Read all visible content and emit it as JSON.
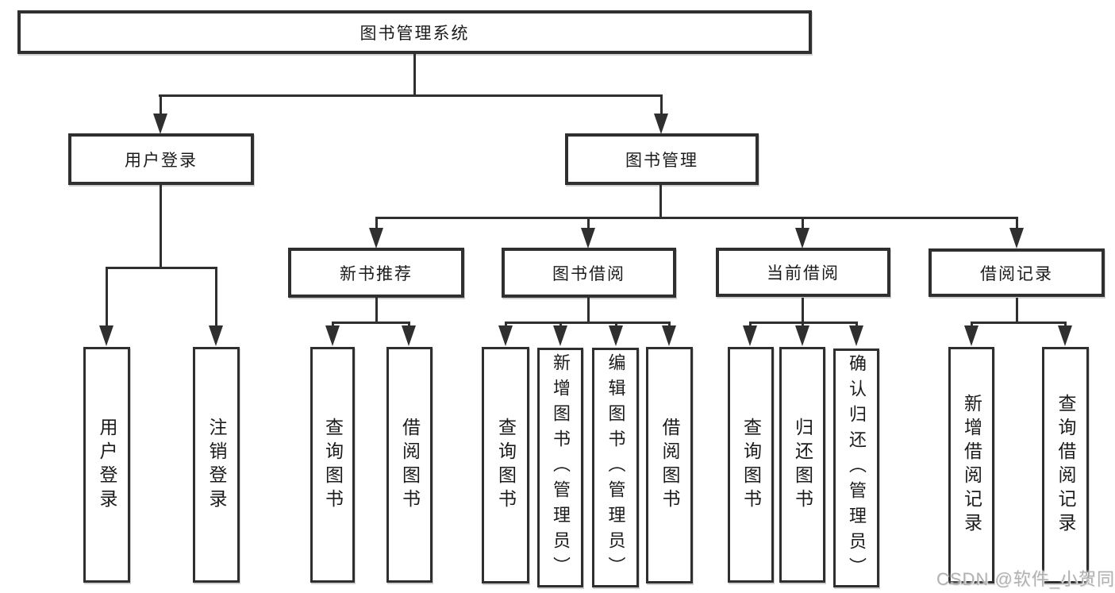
{
  "diagram": {
    "root": {
      "label": "图书管理系统"
    },
    "level2": [
      {
        "label": "用户登录"
      },
      {
        "label": "图书管理"
      }
    ],
    "level3": [
      {
        "label": "新书推荐"
      },
      {
        "label": "图书借阅"
      },
      {
        "label": "当前借阅"
      },
      {
        "label": "借阅记录"
      }
    ],
    "leaves": [
      {
        "label": "用户登录",
        "parent": "用户登录"
      },
      {
        "label": "注销登录",
        "parent": "用户登录"
      },
      {
        "label": "查询图书",
        "parent": "新书推荐"
      },
      {
        "label": "借阅图书",
        "parent": "新书推荐"
      },
      {
        "label": "查询图书",
        "parent": "图书借阅"
      },
      {
        "label": "新增图书（管理员）",
        "parent": "图书借阅"
      },
      {
        "label": "编辑图书（管理员）",
        "parent": "图书借阅"
      },
      {
        "label": "借阅图书",
        "parent": "图书借阅"
      },
      {
        "label": "查询图书",
        "parent": "当前借阅"
      },
      {
        "label": "归还图书",
        "parent": "当前借阅"
      },
      {
        "label": "确认归还（管理员）",
        "parent": "当前借阅"
      },
      {
        "label": "新增借阅记录",
        "parent": "借阅记录"
      },
      {
        "label": "查询借阅记录",
        "parent": "借阅记录"
      }
    ]
  },
  "watermark": {
    "text": "CSDN @软件_小贺同学"
  },
  "colors": {
    "line": "#2f2f2f",
    "text": "#1b1b1b",
    "background": "#ffffff",
    "watermark": "#b1b1b1"
  }
}
